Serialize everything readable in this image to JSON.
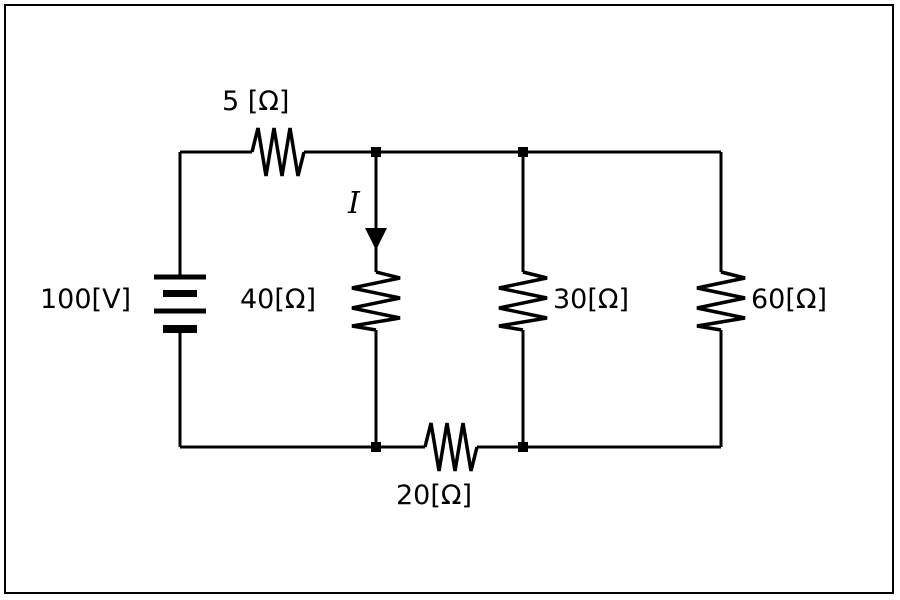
{
  "diagram": {
    "source_label": "100[V]",
    "resistors": {
      "r_series_top": "5 [Ω]",
      "r_40": "40[Ω]",
      "r_30": "30[Ω]",
      "r_60": "60[Ω]",
      "r_bottom": "20[Ω]"
    },
    "current_label": "I"
  }
}
